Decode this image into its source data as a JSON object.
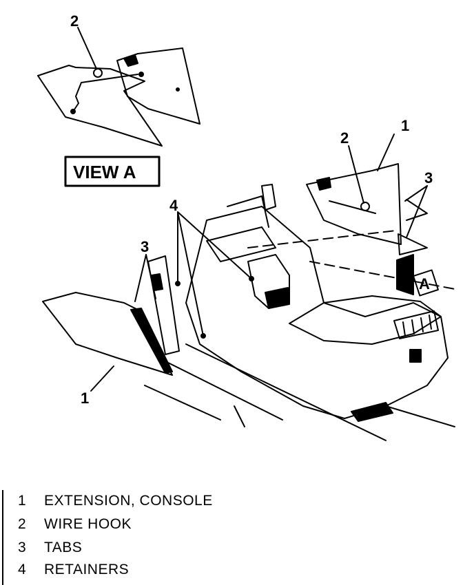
{
  "view_label": "VIEW A",
  "view_arrow_label": "A",
  "callouts": {
    "view_a_wire_hook": "2",
    "main_extension": "1",
    "main_wire_hook": "2",
    "main_tabs_right": "3",
    "left_retainers": "4",
    "left_tabs": "3",
    "left_extension": "1"
  },
  "legend": [
    {
      "num": "1",
      "text": "EXTENSION, CONSOLE"
    },
    {
      "num": "2",
      "text": "WIRE HOOK"
    },
    {
      "num": "3",
      "text": "TABS"
    },
    {
      "num": "4",
      "text": "RETAINERS"
    }
  ]
}
